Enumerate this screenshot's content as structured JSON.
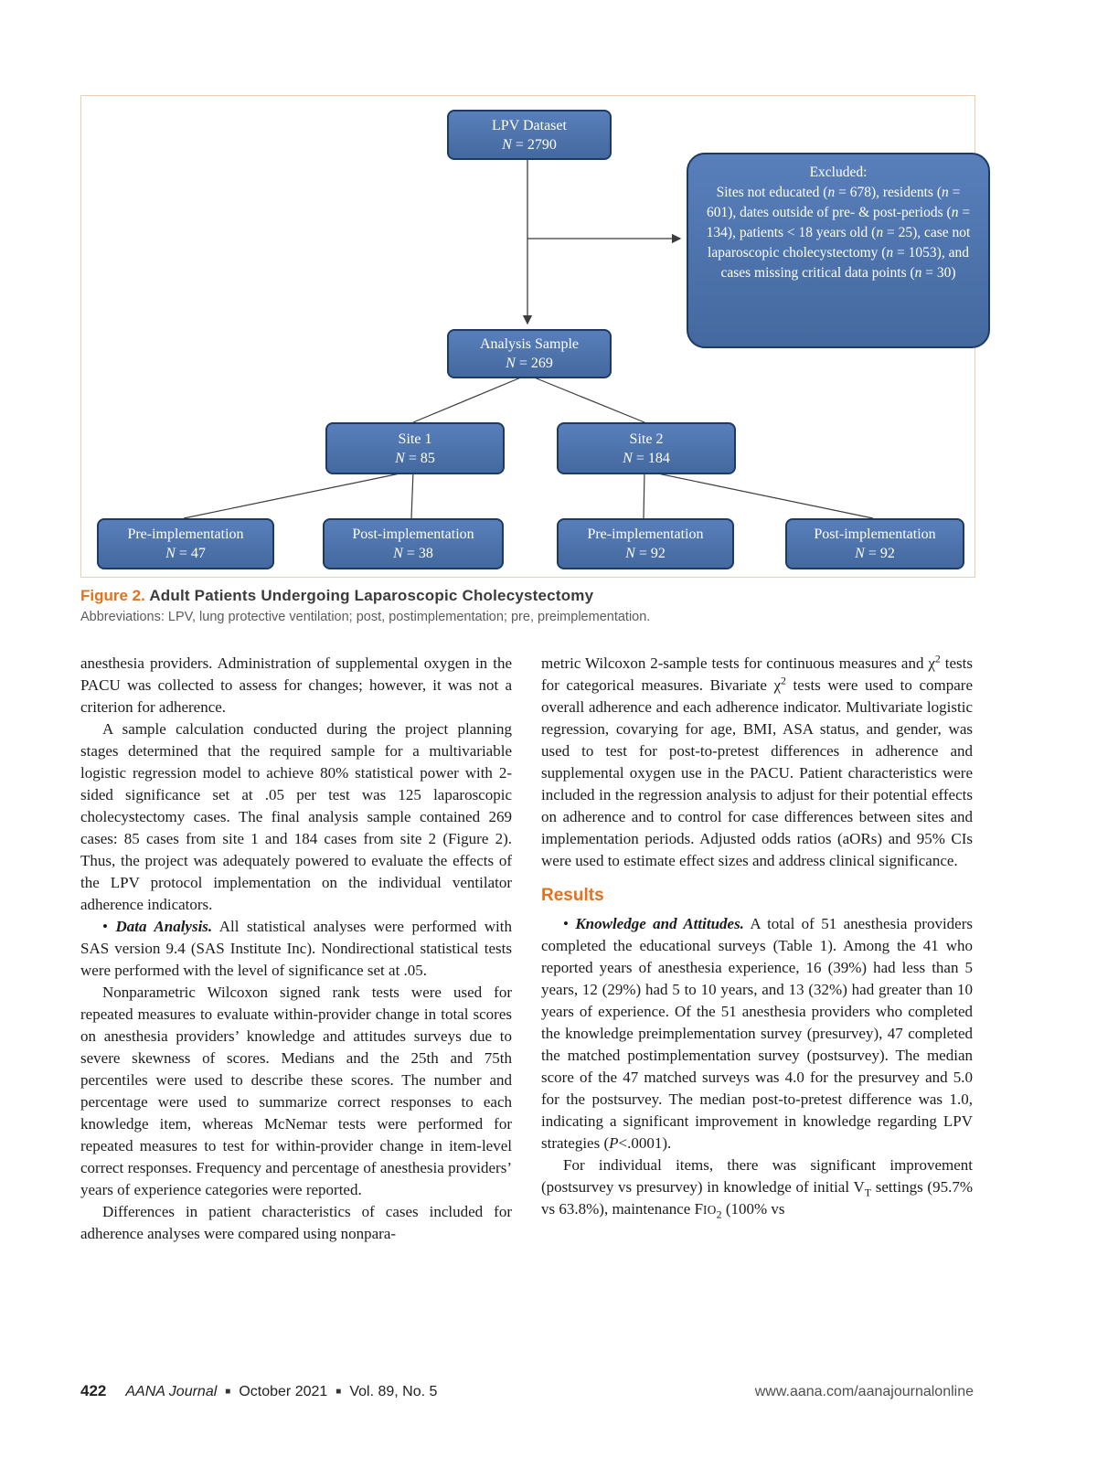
{
  "colors": {
    "accent_orange": "#e4711c",
    "flow_box_fill": "#44699f",
    "flow_box_border": "#1d3a66",
    "figure_frame_border": "#eccfae",
    "footer_gray": "#4f4f4f"
  },
  "figure": {
    "nodes": {
      "lpv": {
        "title": "LPV Dataset",
        "n_html": "<i>N</i> = 2790"
      },
      "excluded_html": "Excluded:<br>Sites not educated (<i>n</i> = 678), residents (<i>n</i> = 601), dates outside of pre- &amp; post-periods (<i>n</i> = 134), patients &lt; 18 years old (<i>n</i> = 25), case not laparoscopic cholecystectomy (<i>n</i> = 1053), and cases missing critical data points (<i>n</i> = 30)",
      "analysis": {
        "title": "Analysis Sample",
        "n_html": "<i>N</i> = 269"
      },
      "site1": {
        "title": "Site 1",
        "n_html": "<i>N</i> = 85"
      },
      "site2": {
        "title": "Site 2",
        "n_html": "<i>N</i> = 184"
      },
      "site1_pre": {
        "title": "Pre-implementation",
        "n_html": "<i>N</i> = 47"
      },
      "site1_post": {
        "title": "Post-implementation",
        "n_html": "<i>N</i> = 38"
      },
      "site2_pre": {
        "title": "Pre-implementation",
        "n_html": "<i>N</i> = 92"
      },
      "site2_post": {
        "title": "Post-implementation",
        "n_html": "<i>N</i> = 92"
      }
    },
    "caption": {
      "label": "Figure 2.",
      "title": "Adult Patients Undergoing Laparoscopic Cholecystectomy",
      "abbreviations": "Abbreviations: LPV, lung protective ventilation; post, postimplementation; pre, preimplementation."
    }
  },
  "article": {
    "left_column": [
      {
        "html": "anesthesia providers. Administration of supplemental oxygen in the PACU was collected to assess for changes; however, it was not a criterion for adherence."
      },
      {
        "html": "A sample calculation conducted during the project planning stages determined that the required sample for a multivariable logistic regression model to achieve 80% statistical power with 2-sided significance set at .05 per test was 125 laparoscopic cholecystectomy cases. The final analysis sample contained 269 cases: 85 cases from site 1 and 184 cases from site 2 (Figure 2). Thus, the project was adequately powered to evaluate the effects of the LPV protocol implementation on the individual ventilator adherence indicators."
      },
      {
        "html": "• <b><i>Data Analysis.</i></b> All statistical analyses were performed with SAS version 9.4 (SAS Institute Inc). Nondirectional statistical tests were performed with the level of significance set at .05."
      },
      {
        "html": "Nonparametric Wilcoxon signed rank tests were used for repeated measures to evaluate within-provider change in total scores on anesthesia providers’ knowledge and attitudes surveys due to severe skewness of scores. Medians and the 25th and 75th percentiles were used to describe these scores. The number and percentage were used to summarize correct responses to each knowledge item, whereas McNemar tests were performed for repeated measures to test for within-provider change in item-level correct responses. Frequency and percentage of anesthesia providers’ years of experience categories were reported."
      },
      {
        "html": "Differences in patient characteristics of cases included for adherence analyses were compared using nonpara-"
      }
    ],
    "right_top": [
      {
        "html": "metric Wilcoxon 2-sample tests for continuous measures and χ<sup>2</sup> tests for categorical measures. Bivariate χ<sup>2</sup> tests were used to compare overall adherence and each adherence indicator. Multivariate logistic regression, covarying for age, BMI, ASA status, and gender, was used to test for post-to-pretest differences in adherence and supplemental oxygen use in the PACU. Patient characteristics were included in the regression analysis to adjust for their potential effects on adherence and to control for case differences between sites and implementation periods. Adjusted odds ratios (aORs) and 95% CIs were used to estimate effect sizes and address clinical significance."
      }
    ],
    "results_heading": "Results",
    "right_results": [
      {
        "html": "• <b><i>Knowledge and Attitudes.</i></b> A total of 51 anesthesia providers completed the educational surveys (Table 1). Among the 41 who reported years of anesthesia experience, 16 (39%) had less than 5 years, 12 (29%) had 5 to 10 years, and 13 (32%) had greater than 10 years of experience. Of the 51 anesthesia providers who completed the knowledge preimplementation survey (presurvey), 47 completed the matched postimplementation survey (postsurvey). The median score of the 47 matched surveys was 4.0 for the presurvey and 5.0 for the postsurvey. The median post-to-pretest difference was 1.0, indicating a significant improvement in knowledge regarding LPV strategies (<i>P</i>&lt;.0001)."
      },
      {
        "html": "For individual items, there was significant improvement (postsurvey vs presurvey) in knowledge of initial V<sub>T</sub> settings (95.7% vs 63.8%), maintenance F<span class=\"sc\">IO</span><sub>2</sub> (100% vs"
      }
    ]
  },
  "footer": {
    "page": "422",
    "journal": "AANA Journal",
    "separator": "■",
    "issue": "October 2021",
    "volume": "Vol. 89, No. 5",
    "url": "www.aana.com/aanajournalonline"
  }
}
